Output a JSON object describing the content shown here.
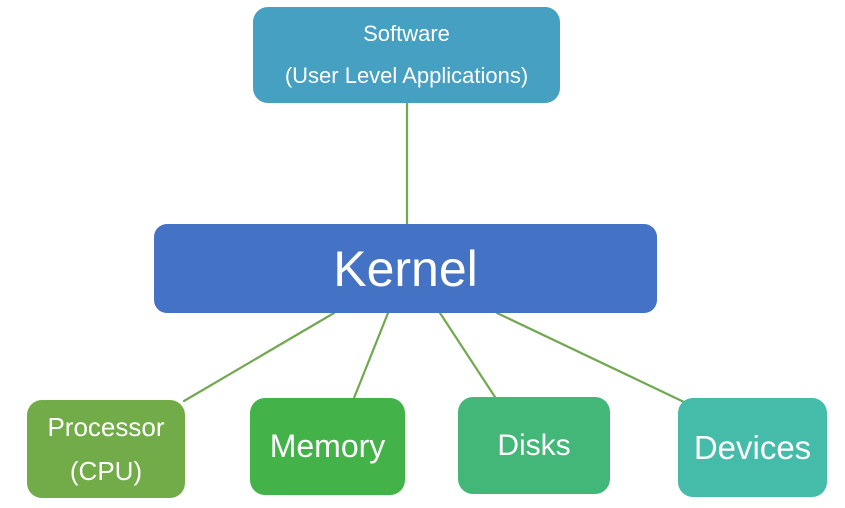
{
  "diagram": {
    "background_color": "#FFFFFF",
    "connector_color": "#71A850",
    "text_color": "#FFFFFF",
    "nodes": {
      "software": {
        "line1": "Software",
        "line2": "(User Level Applications)",
        "fill": "#45A0C1"
      },
      "kernel": {
        "label": "Kernel",
        "fill": "#4472C4"
      },
      "processor": {
        "line1": "Processor",
        "line2": "(CPU)",
        "fill": "#71AC49"
      },
      "memory": {
        "label": "Memory",
        "fill": "#43B249"
      },
      "disks": {
        "label": "Disks",
        "fill": "#43B778"
      },
      "devices": {
        "label": "Devices",
        "fill": "#45BCAA"
      }
    },
    "edges": [
      {
        "from": "software",
        "to": "kernel"
      },
      {
        "from": "kernel",
        "to": "processor"
      },
      {
        "from": "kernel",
        "to": "memory"
      },
      {
        "from": "kernel",
        "to": "disks"
      },
      {
        "from": "kernel",
        "to": "devices"
      }
    ]
  }
}
